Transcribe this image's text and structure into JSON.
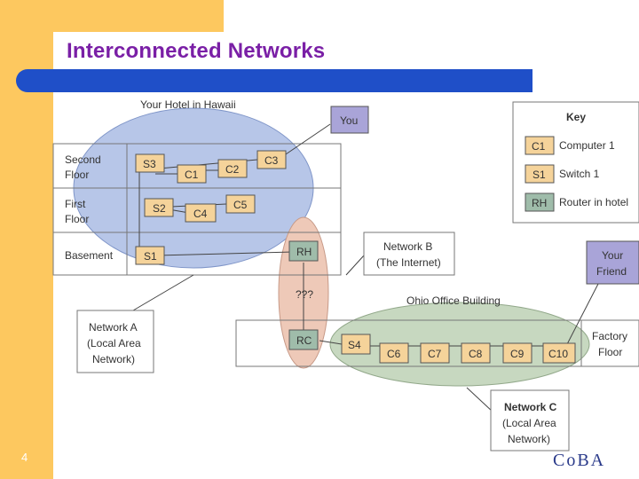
{
  "title": "Interconnected Networks",
  "slide_number": "4",
  "logo_text": "CoBA",
  "hotel": {
    "label": "Your Hotel in Hawaii",
    "floors": [
      "Second Floor",
      "First Floor",
      "Basement"
    ],
    "nodes": [
      "S3",
      "C1",
      "C2",
      "C3",
      "S2",
      "C4",
      "C5",
      "S1",
      "RH"
    ]
  },
  "you_label": "You",
  "unknown_label": "???",
  "key": {
    "title": "Key",
    "items": [
      {
        "code": "C1",
        "text": "Computer 1"
      },
      {
        "code": "S1",
        "text": "Switch 1"
      },
      {
        "code": "RH",
        "text": "Router in hotel"
      }
    ]
  },
  "network_b": [
    "Network B",
    "(The Internet)"
  ],
  "friend_label": [
    "Your",
    "Friend"
  ],
  "ohio": {
    "label": "Ohio Office Building",
    "floor_label": [
      "Factory",
      "Floor"
    ],
    "nodes": [
      "RC",
      "S4",
      "C6",
      "C7",
      "C8",
      "C9",
      "C10"
    ]
  },
  "network_a": [
    "Network A",
    "(Local Area",
    "Network)"
  ],
  "network_c": [
    "Network C",
    "(Local Area",
    "Network)"
  ],
  "colors": {
    "accent": "#7a1fa6",
    "band": "#fdc85f",
    "bar": "#1f4fc8",
    "switch": "#f5d39a",
    "computer": "#f5d39a",
    "router": "#9fbcaa",
    "you_box": "#a9a4d8",
    "hotel_ellipse": "#b7c6e8",
    "ohio_ellipse": "#c7d8c0",
    "center_ellipse": "#eec9b8"
  }
}
